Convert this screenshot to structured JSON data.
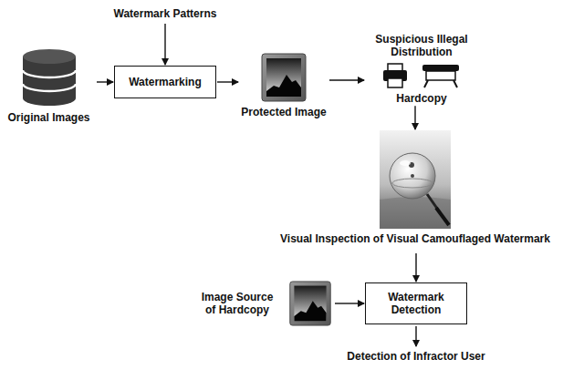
{
  "diagram": {
    "nodes": [
      {
        "text": [
          "Original Images"
        ]
      },
      {
        "text": [
          "Watermarking"
        ]
      },
      {
        "text": [
          "Protected Image"
        ]
      },
      {
        "text": [
          "Suspicious Illegal Distribution",
          "Hardcopy"
        ]
      },
      {
        "text": [
          "Visual Inspection of Visual Camouflaged Watermark"
        ]
      },
      {
        "text": [
          "Image Source of Hardcopy"
        ]
      },
      {
        "text": [
          "Watermark Detection"
        ]
      }
    ],
    "edges": [
      {
        "from": 0,
        "to": 1,
        "arrow": "to"
      },
      {
        "from": 1,
        "to": 2,
        "arrow": "to"
      },
      {
        "from": 2,
        "to": 3,
        "arrow": "to"
      },
      {
        "from": 3,
        "to": 4,
        "arrow": "to"
      },
      {
        "from": 4,
        "to": 6,
        "arrow": "to"
      },
      {
        "from": 5,
        "to": 6,
        "arrow": "to"
      }
    ],
    "labels": [
      "Watermark Patterns",
      "Detection of Infractor User"
    ]
  }
}
